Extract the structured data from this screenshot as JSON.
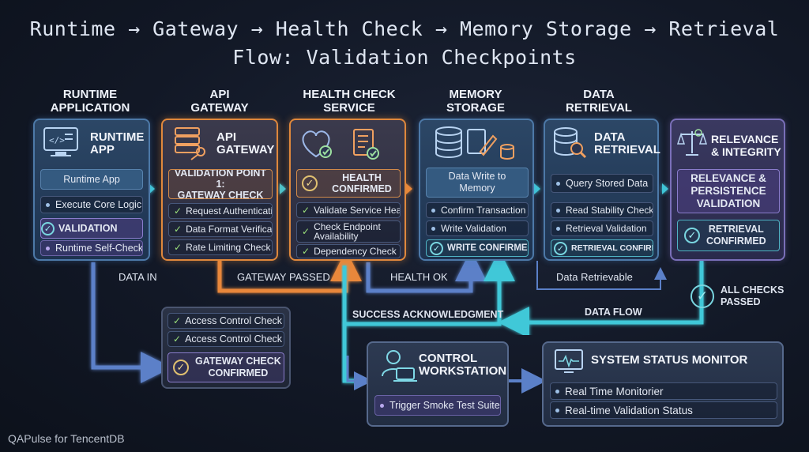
{
  "title": {
    "line1": "Runtime → Gateway → Health Check → Memory Storage → Retrieval",
    "line2": "Flow: Validation Checkpoints"
  },
  "columns": {
    "runtime": "RUNTIME\nAPPLICATION",
    "gateway": "API\nGATEWAY",
    "health": "HEALTH CHECK\nSERVICE",
    "memory": "MEMORY\nSTORAGE",
    "retrieval": "DATA\nRETRIEVAL"
  },
  "cards": {
    "runtime": {
      "title": "RUNTIME\nAPP",
      "icon": "code-monitor-icon",
      "rows": [
        "Runtime App",
        "Execute Core Logic"
      ],
      "validation": "VALIDATION",
      "self_check": "Runtime Self-Check"
    },
    "gateway": {
      "title": "API\nGATEWAY",
      "icon": "server-key-icon",
      "validation_point": "VALIDATION POINT 1:\nGATEWAY CHECK",
      "checks": [
        "Request Authentication",
        "Data Format Verification",
        "Rate Limiting Check"
      ]
    },
    "health": {
      "title": "",
      "icon": "heart-checklist-icon",
      "confirmed": "HEALTH\nCONFIRMED",
      "checks": [
        "Validate Service Health",
        "Check Endpoint\nAvailability",
        "Dependency Check"
      ]
    },
    "memory": {
      "icon": "database-edit-icon",
      "rows": [
        "Data Write to\nMemory",
        "Confirm Transaction",
        "Write Validation"
      ],
      "confirmed": "WRITE CONFIRMED"
    },
    "retrieval": {
      "title": "DATA\nRETRIEVAL",
      "icon": "database-search-icon",
      "rows": [
        "Query Stored Data",
        "Read Stability Check",
        "Retrieval Validation"
      ],
      "confirmed": "RETRIEVAL CONFIRMED"
    },
    "relevance": {
      "title": "RELEVANCE\n& INTEGRITY",
      "icon": "scales-icon",
      "validation": "RELEVANCE &\nPERSISTENCE\nVALIDATION",
      "confirmed": "RETRIEVAL\nCONFIRMED"
    },
    "gateway_confirm": {
      "checks": [
        "Access Control Check",
        "Access Control Check"
      ],
      "confirmed": "GATEWAY CHECK\nCONFIRMED"
    },
    "workstation": {
      "title": "CONTROL\nWORKSTATION",
      "icon": "operator-icon",
      "action": "Trigger Smoke Test Suite"
    },
    "monitor": {
      "title": "SYSTEM STATUS MONITOR",
      "icon": "pulse-monitor-icon",
      "rows": [
        "Real Time Monitorier",
        "Real-time Validation Status"
      ]
    }
  },
  "flows": {
    "data_in": "DATA IN",
    "gateway_passed": "GATEWAY PASSED",
    "health_ok": "HEALTH OK",
    "data_retrievable": "Data Retrievable",
    "success_ack": "SUCCESS ACKNOWLEDGMENT",
    "data_flow": "DATA FLOW",
    "all_checks": "ALL CHECKS\nPASSED"
  },
  "watermark": "QAPulse for TencentDB",
  "colors": {
    "cyan_flow": "#3fc8d8",
    "orange_flow": "#e8873a",
    "blue_flow": "#5b80c8"
  }
}
